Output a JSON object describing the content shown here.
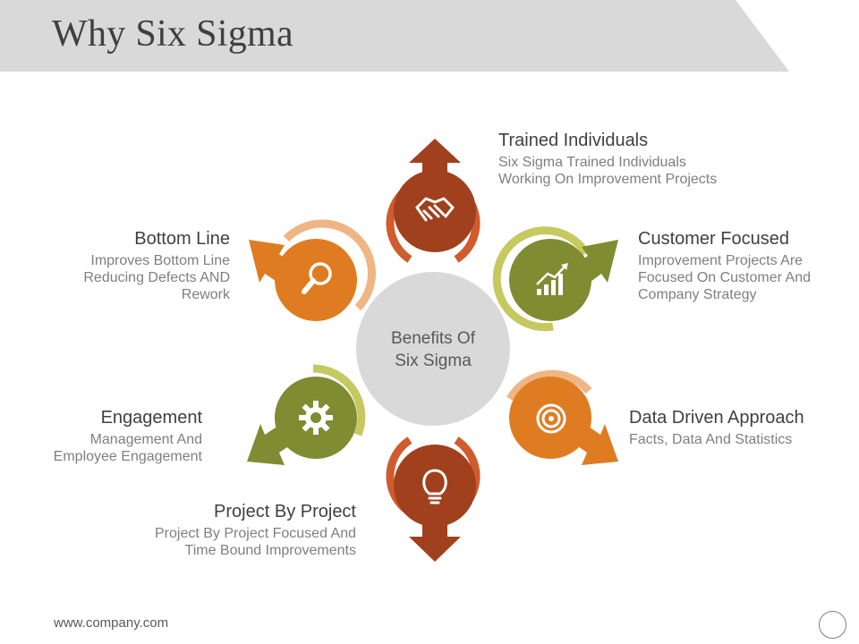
{
  "header": {
    "title": "Why Six Sigma"
  },
  "center": {
    "label": "Benefits Of Six Sigma"
  },
  "items": [
    {
      "title": "Trained Individuals",
      "description": "Six Sigma Trained Individuals\nWorking On Improvement Projects",
      "icon": "handshake-icon",
      "color": "#a0401d",
      "ring": "#d05b2c"
    },
    {
      "title": "Customer Focused",
      "description": "Improvement Projects Are\nFocused On Customer And\nCompany Strategy",
      "icon": "growth-chart-icon",
      "color": "#7f8c32",
      "ring": "#c6c860"
    },
    {
      "title": "Data Driven Approach",
      "description": "Facts, Data And Statistics",
      "icon": "target-icon",
      "color": "#df7c22",
      "ring": "#efb582"
    },
    {
      "title": "Project By Project",
      "description": "Project By Project Focused And\nTime Bound Improvements",
      "icon": "lightbulb-icon",
      "color": "#a0401d",
      "ring": "#d05b2c"
    },
    {
      "title": "Engagement",
      "description": "Management  And\nEmployee Engagement",
      "icon": "gear-icon",
      "color": "#7f8c32",
      "ring": "#c6c860"
    },
    {
      "title": "Bottom Line",
      "description": "Improves Bottom Line\nReducing Defects AND\nRework",
      "icon": "magnifier-icon",
      "color": "#df7c22",
      "ring": "#efb582"
    }
  ],
  "footer": {
    "url": "www.company.com"
  }
}
